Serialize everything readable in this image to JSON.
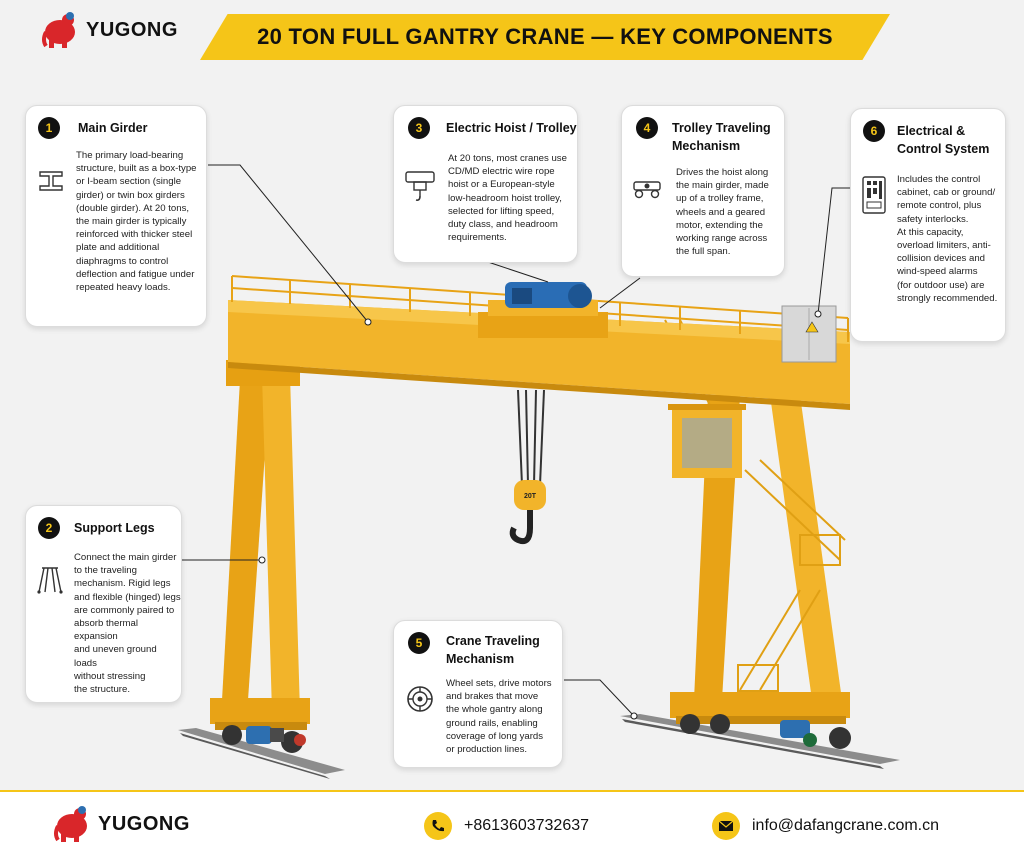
{
  "brand": {
    "name": "YUGONG"
  },
  "title": "20 TON FULL GANTRY CRANE — KEY COMPONENTS",
  "components": [
    {
      "num": "1",
      "title": "Main Girder",
      "lines": [
        "The primary load-bearing",
        "structure, built as a box-type",
        "or I-beam section (single",
        "girder) or twin box girders",
        "(double girder). At 20 tons,",
        "the main girder is typically",
        "reinforced with thicker steel",
        "plate and additional",
        "diaphragms to control",
        "deflection and fatigue under",
        "repeated heavy loads."
      ]
    },
    {
      "num": "2",
      "title": "Support Legs",
      "lines": [
        "Connect the main girder",
        "to the traveling",
        "mechanism. Rigid legs",
        "and flexible (hinged) legs",
        "are commonly paired to",
        "absorb thermal expansion",
        "and uneven ground",
        "loads",
        "without stressing",
        "the structure."
      ]
    },
    {
      "num": "3",
      "title": "Electric Hoist / Trolley",
      "lines": [
        "At 20 tons, most cranes use",
        "CD/MD electric wire rope",
        "hoist or a European-style",
        "low-headroom hoist trolley,",
        "selected for lifting speed,",
        "duty class, and headroom",
        "requirements."
      ]
    },
    {
      "num": "4",
      "title": [
        "Trolley Traveling",
        "Mechanism"
      ],
      "lines": [
        "Drives the hoist along",
        "the main girder, made",
        "up of a trolley frame,",
        "wheels and a geared",
        "motor, extending the",
        "working range across",
        "the full span."
      ]
    },
    {
      "num": "5",
      "title": [
        "Crane Traveling",
        "Mechanism"
      ],
      "lines": [
        "Wheel sets, drive motors",
        "and brakes that move",
        "the whole gantry along",
        "ground rails, enabling",
        "coverage of long yards",
        "or production lines."
      ]
    },
    {
      "num": "6",
      "title": [
        "Electrical &",
        "Control System"
      ],
      "lines": [
        "Includes the control",
        "cabinet, cab or ground/",
        "remote control, plus",
        "safety interlocks.",
        "At this capacity,",
        "overload limiters, anti-",
        "collision devices and",
        "wind-speed alarms",
        "(for outdoor use) are",
        "strongly recommended."
      ]
    }
  ],
  "hook_label": "20T",
  "footer": {
    "phone": "+8613603732637",
    "email": "info@dafangcrane.com.cn"
  },
  "colors": {
    "accent": "#f5c518",
    "crane": "#f0b323",
    "dark": "#111111"
  }
}
